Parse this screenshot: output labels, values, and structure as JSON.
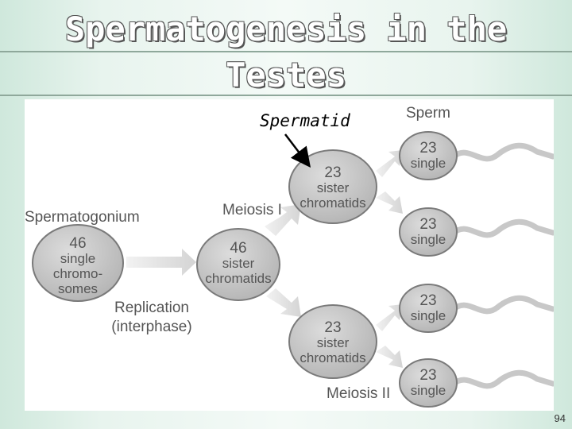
{
  "slide": {
    "title_line1": "Spermatogenesis in the",
    "title_line2": "Testes",
    "page_number": "94"
  },
  "diagram": {
    "callout_label": "Spermatid",
    "sperm_header": "Sperm",
    "spermatogonium_label": "Spermatogonium",
    "meiosis1_label": "Meiosis I",
    "meiosis2_label": "Meiosis II",
    "replication_line1": "Replication",
    "replication_line2": "(interphase)",
    "spermatogonium_cell": {
      "number": "46",
      "line1": "single",
      "line2": "chromo-",
      "line3": "somes"
    },
    "primary_cell": {
      "number": "46",
      "line1": "sister",
      "line2": "chromatids"
    },
    "secondary_cells": [
      {
        "number": "23",
        "line1": "sister",
        "line2": "chromatids"
      },
      {
        "number": "23",
        "line1": "sister",
        "line2": "chromatids"
      }
    ],
    "sperm_cells": [
      {
        "number": "23",
        "line1": "single"
      },
      {
        "number": "23",
        "line1": "single"
      },
      {
        "number": "23",
        "line1": "single"
      },
      {
        "number": "23",
        "line1": "single"
      }
    ]
  },
  "colors": {
    "cell_fill": "#c4c4c4",
    "cell_stroke": "#7a7a7a",
    "arrow_fill": "#e2e2e2",
    "label_color": "#555555"
  }
}
